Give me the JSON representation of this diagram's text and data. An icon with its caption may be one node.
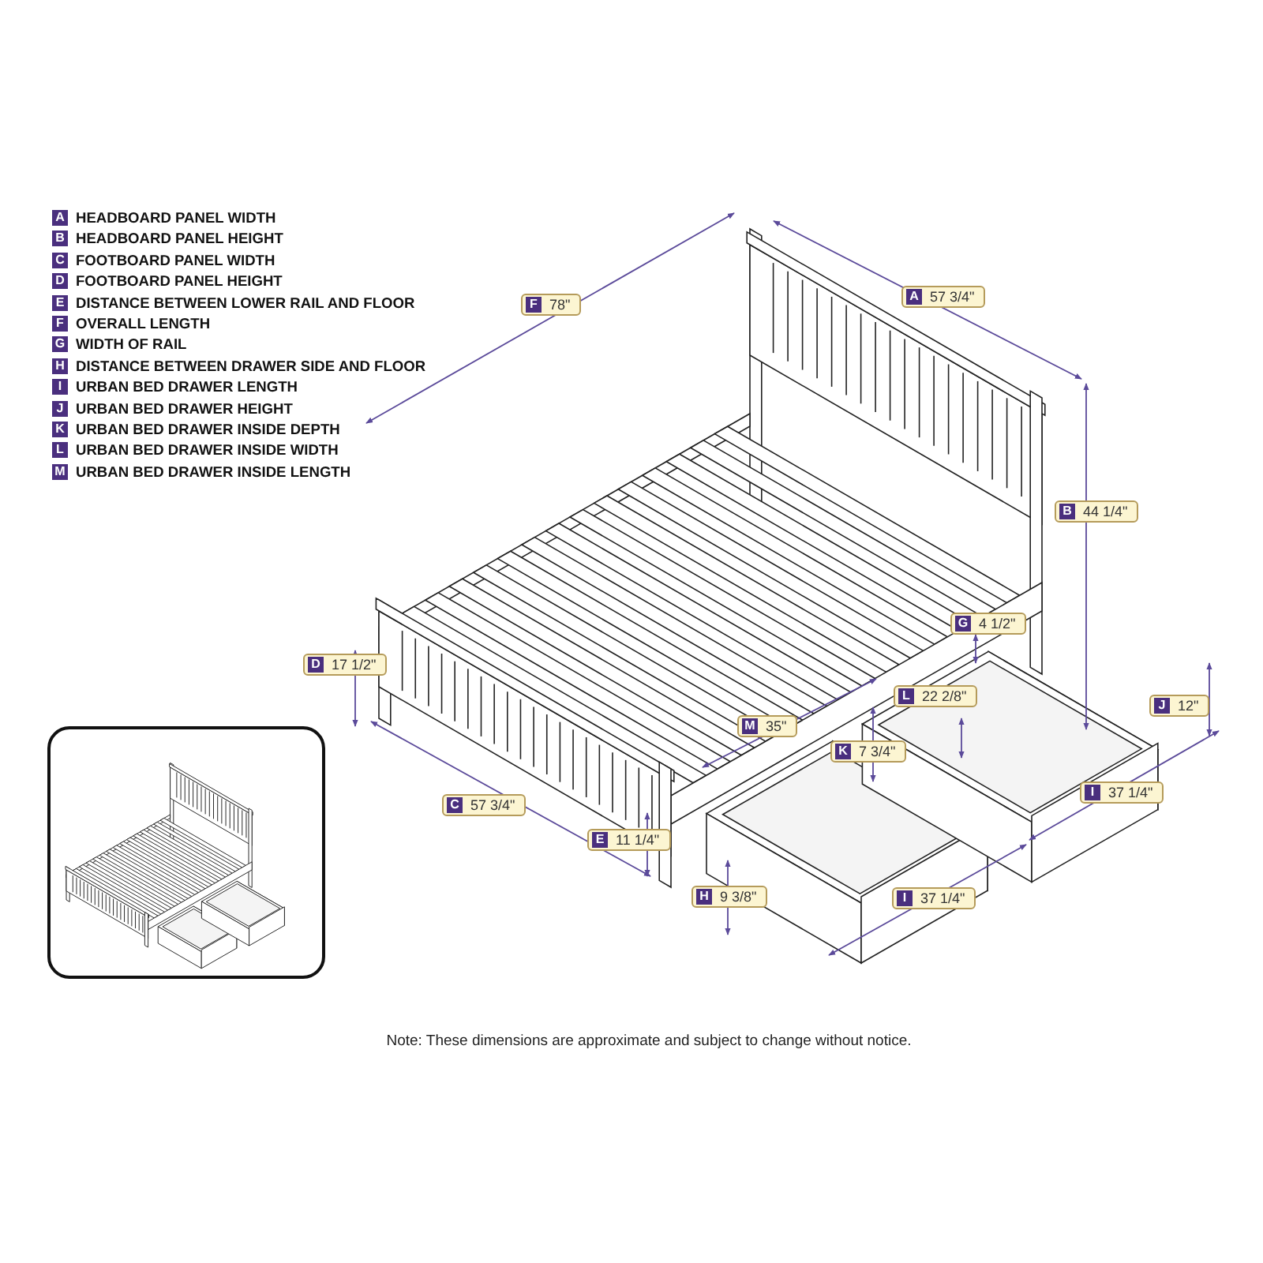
{
  "diagram": {
    "labels": [
      "A",
      "HEADBOARD PANEL WIDTH",
      "B",
      "HEADBOARD PANEL HEIGHT",
      "C",
      "FOOTBOARD PANEL WIDTH",
      "D",
      "FOOTBOARD PANEL HEIGHT",
      "E",
      "DISTANCE BETWEEN LOWER RAIL AND FLOOR",
      "F",
      "OVERALL LENGTH",
      "G",
      "WIDTH OF RAIL",
      "H",
      "DISTANCE BETWEEN DRAWER SIDE AND FLOOR",
      "I",
      "URBAN BED DRAWER LENGTH",
      "J",
      "URBAN BED DRAWER HEIGHT",
      "K",
      "URBAN BED DRAWER INSIDE DEPTH",
      "L",
      "URBAN BED DRAWER INSIDE WIDTH",
      "M",
      "URBAN BED DRAWER INSIDE LENGTH",
      "F",
      "78\"",
      "A",
      "57 3/4\"",
      "B",
      "44 1/4\"",
      "G",
      "4 1/2\"",
      "D",
      "17 1/2\"",
      "L",
      "22 2/8\"",
      "J",
      "12\"",
      "M",
      "35\"",
      "K",
      "7 3/4\"",
      "I",
      "37 1/4\"",
      "C",
      "57 3/4\"",
      "E",
      "11 1/4\"",
      "H",
      "9 3/8\"",
      "I",
      "37 1/4\"",
      "Note: These dimensions are approximate and subject to change without notice."
    ]
  }
}
